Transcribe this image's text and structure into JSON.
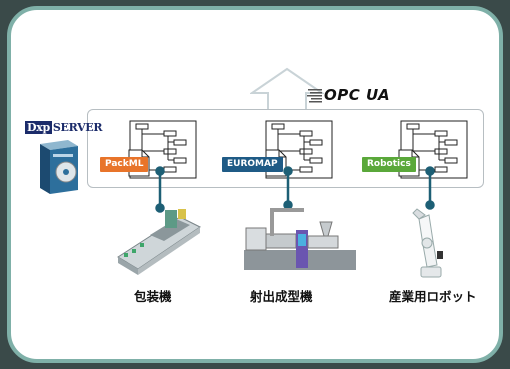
{
  "header": {
    "opc_label": "OPC UA",
    "server_logo_prefix": "Dxp",
    "server_logo_suffix": "SERVER"
  },
  "modules": [
    {
      "tag": "PackML",
      "tag_color": "#e8742a",
      "machine": "包装機"
    },
    {
      "tag": "EUROMAP",
      "tag_color": "#1f5b86",
      "machine": "射出成型機"
    },
    {
      "tag": "Robotics",
      "tag_color": "#5aa83a",
      "machine": "産業用ロボット"
    }
  ],
  "colors": {
    "frame": "#7fb0a8",
    "connector": "#1d5f75",
    "arrow": "#c9d3d7"
  },
  "icons": [
    "up-arrow-icon",
    "tree-structure-icon",
    "document-icon",
    "server-box-icon",
    "packaging-machine-icon",
    "injection-molding-machine-icon",
    "robot-arm-icon"
  ]
}
